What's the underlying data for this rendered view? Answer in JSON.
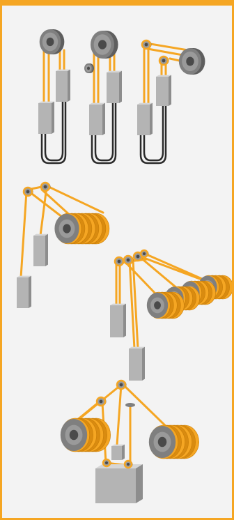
{
  "colors": {
    "frame_border": "#f5a623",
    "background": "#f3f3f3",
    "rope": "#f5a623",
    "rope_dark": "#d98b10",
    "sheave_light": "#9a9a9a",
    "sheave_mid": "#7f7f7f",
    "sheave_dark": "#5e5e5e",
    "sheave_hub": "#4a4a4a",
    "weight_front": "#b4b4b4",
    "weight_side": "#8d8d8d",
    "weight_top": "#d6d6d6",
    "compensation_cable": "#2a2a2a"
  },
  "figures": [
    {
      "name": "single-wrap-counterweight",
      "parts": [
        "traction-sheave",
        "car",
        "counterweight",
        "compensation-cable"
      ]
    },
    {
      "name": "double-wrap-with-deflector",
      "parts": [
        "traction-sheave",
        "deflector-sheave",
        "car",
        "counterweight",
        "compensation-cable"
      ]
    },
    {
      "name": "overhead-drive-with-idlers",
      "parts": [
        "traction-sheave",
        "idler-sheaves",
        "car",
        "counterweight",
        "compensation-cable"
      ]
    },
    {
      "name": "drum-hoist-two-loads",
      "parts": [
        "drum",
        "head-pulleys",
        "load-1",
        "load-2"
      ]
    },
    {
      "name": "multi-drum-hoist",
      "parts": [
        "drums",
        "head-pulleys",
        "load-1",
        "load-2"
      ]
    },
    {
      "name": "double-drum-hoist-load-block",
      "parts": [
        "drum-left",
        "drum-right",
        "head-pulley",
        "small-weight",
        "load-block"
      ]
    }
  ]
}
